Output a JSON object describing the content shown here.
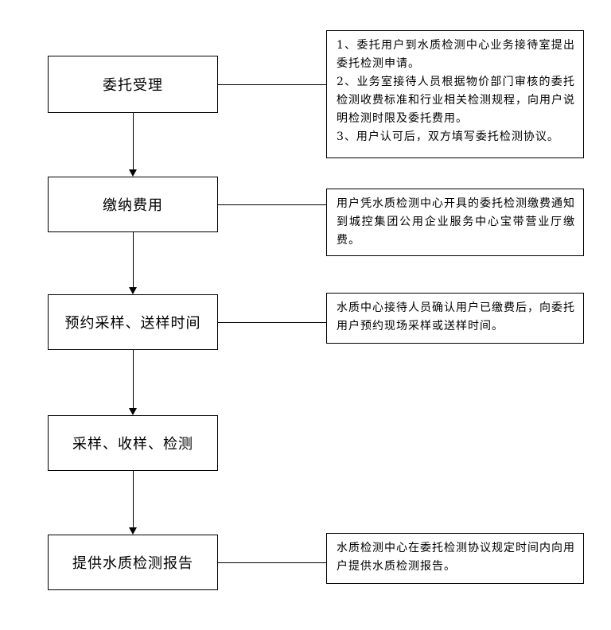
{
  "flow": {
    "steps": [
      {
        "label": "委托受理"
      },
      {
        "label": "缴纳费用"
      },
      {
        "label": "预约采样、送样时间"
      },
      {
        "label": "采样、收样、检测"
      },
      {
        "label": "提供水质检测报告"
      }
    ],
    "notes": [
      {
        "text": "1、委托用户到水质检测中心业务接待室提出委托检测申请。\n2、业务室接待人员根据物价部门审核的委托检测收费标准和行业相关检测规程，向用户说明检测时限及委托费用。\n3、用户认可后，双方填写委托检测协议。"
      },
      {
        "text": "用户凭水质检测中心开具的委托检测缴费通知到城控集团公用企业服务中心宝带营业厅缴费。"
      },
      {
        "text": "水质中心接待人员确认用户已缴费后，向委托用户预约现场采样或送样时间。"
      },
      {
        "text": "水质检测中心在委托检测协议规定时间内向用户提供水质检测报告。"
      }
    ],
    "colors": {
      "border": "#000000",
      "background": "#ffffff",
      "text": "#000000"
    }
  }
}
